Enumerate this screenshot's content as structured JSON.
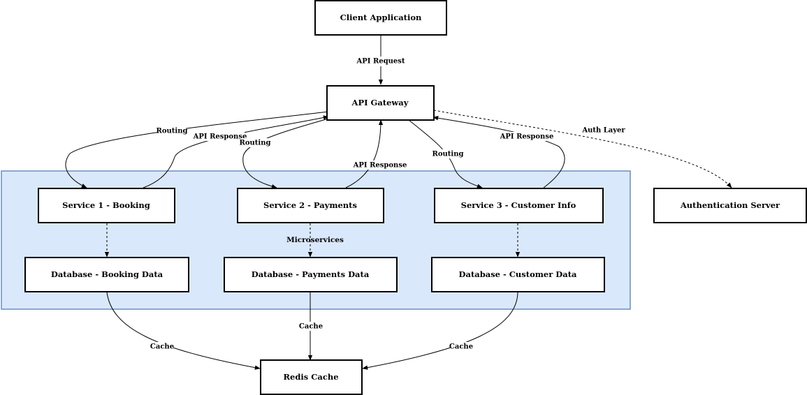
{
  "cluster": {
    "label": "Microservices",
    "fill": "#dae8fc",
    "stroke": "#6c8ebf"
  },
  "nodes": {
    "client": "Client Application",
    "gateway": "API Gateway",
    "service1": "Service 1 - Booking",
    "service2": "Service 2 - Payments",
    "service3": "Service 3 - Customer Info",
    "auth": "Authentication Server",
    "db1": "Database - Booking Data",
    "db2": "Database - Payments Data",
    "db3": "Database - Customer Data",
    "redis": "Redis Cache"
  },
  "edges": {
    "api_request": "API Request",
    "routing_1": "Routing",
    "routing_2": "Routing",
    "routing_3": "Routing",
    "response_1": "API Response",
    "response_2": "API Response",
    "response_3": "API Response",
    "auth_layer": "Auth Layer",
    "cache_1": "Cache",
    "cache_2": "Cache",
    "cache_3": "Cache"
  }
}
